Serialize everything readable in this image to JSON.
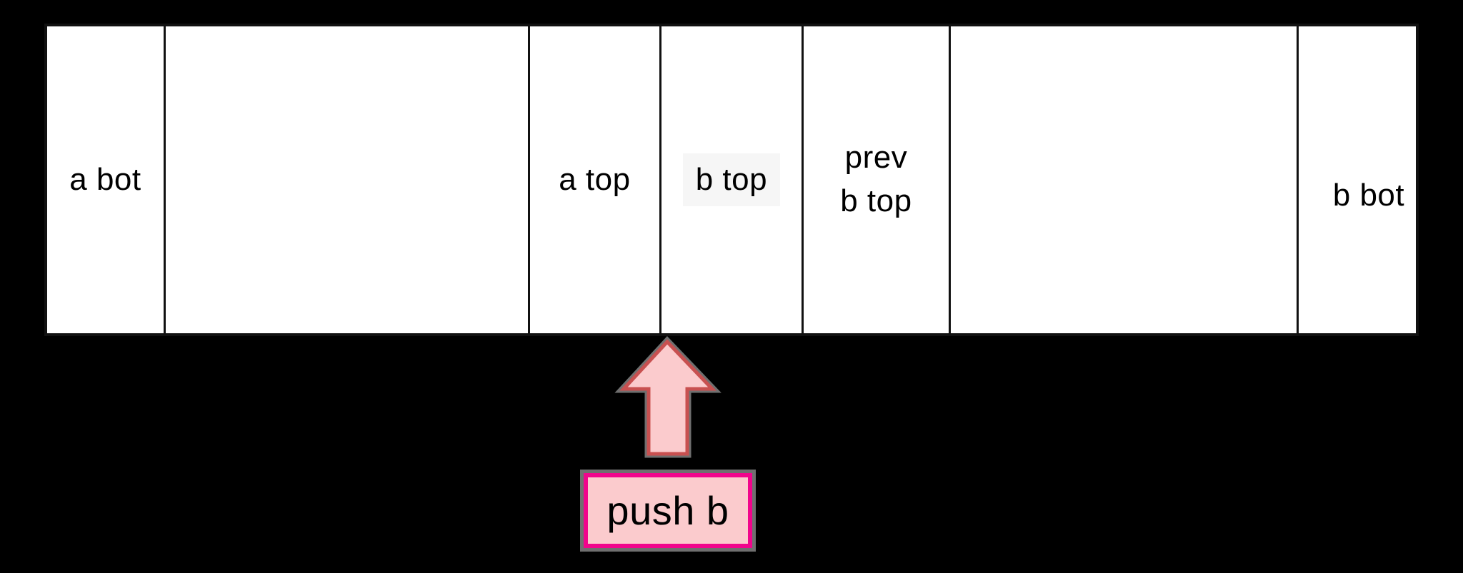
{
  "canvas": {
    "background": "#000000"
  },
  "bar": {
    "fill": "#ffffff",
    "line_color": "#111111",
    "cells": [
      {
        "label": "a bot"
      },
      {
        "label": ""
      },
      {
        "label": "a top"
      },
      {
        "label": "b top"
      },
      {
        "lines": [
          "prev",
          "b top"
        ]
      },
      {
        "label": ""
      },
      {
        "label": "b bot"
      }
    ]
  },
  "push_action": {
    "arrow": {
      "icon": "up-arrow-icon",
      "fill": "#fbcbcd",
      "stroke": "#c85050",
      "shadow": "#6f6f6f"
    },
    "button": {
      "label": "push b",
      "fill": "#fbcbcd",
      "border": "#f1058c",
      "shadow": "#6f6f6f",
      "text_color": "#000000"
    }
  }
}
